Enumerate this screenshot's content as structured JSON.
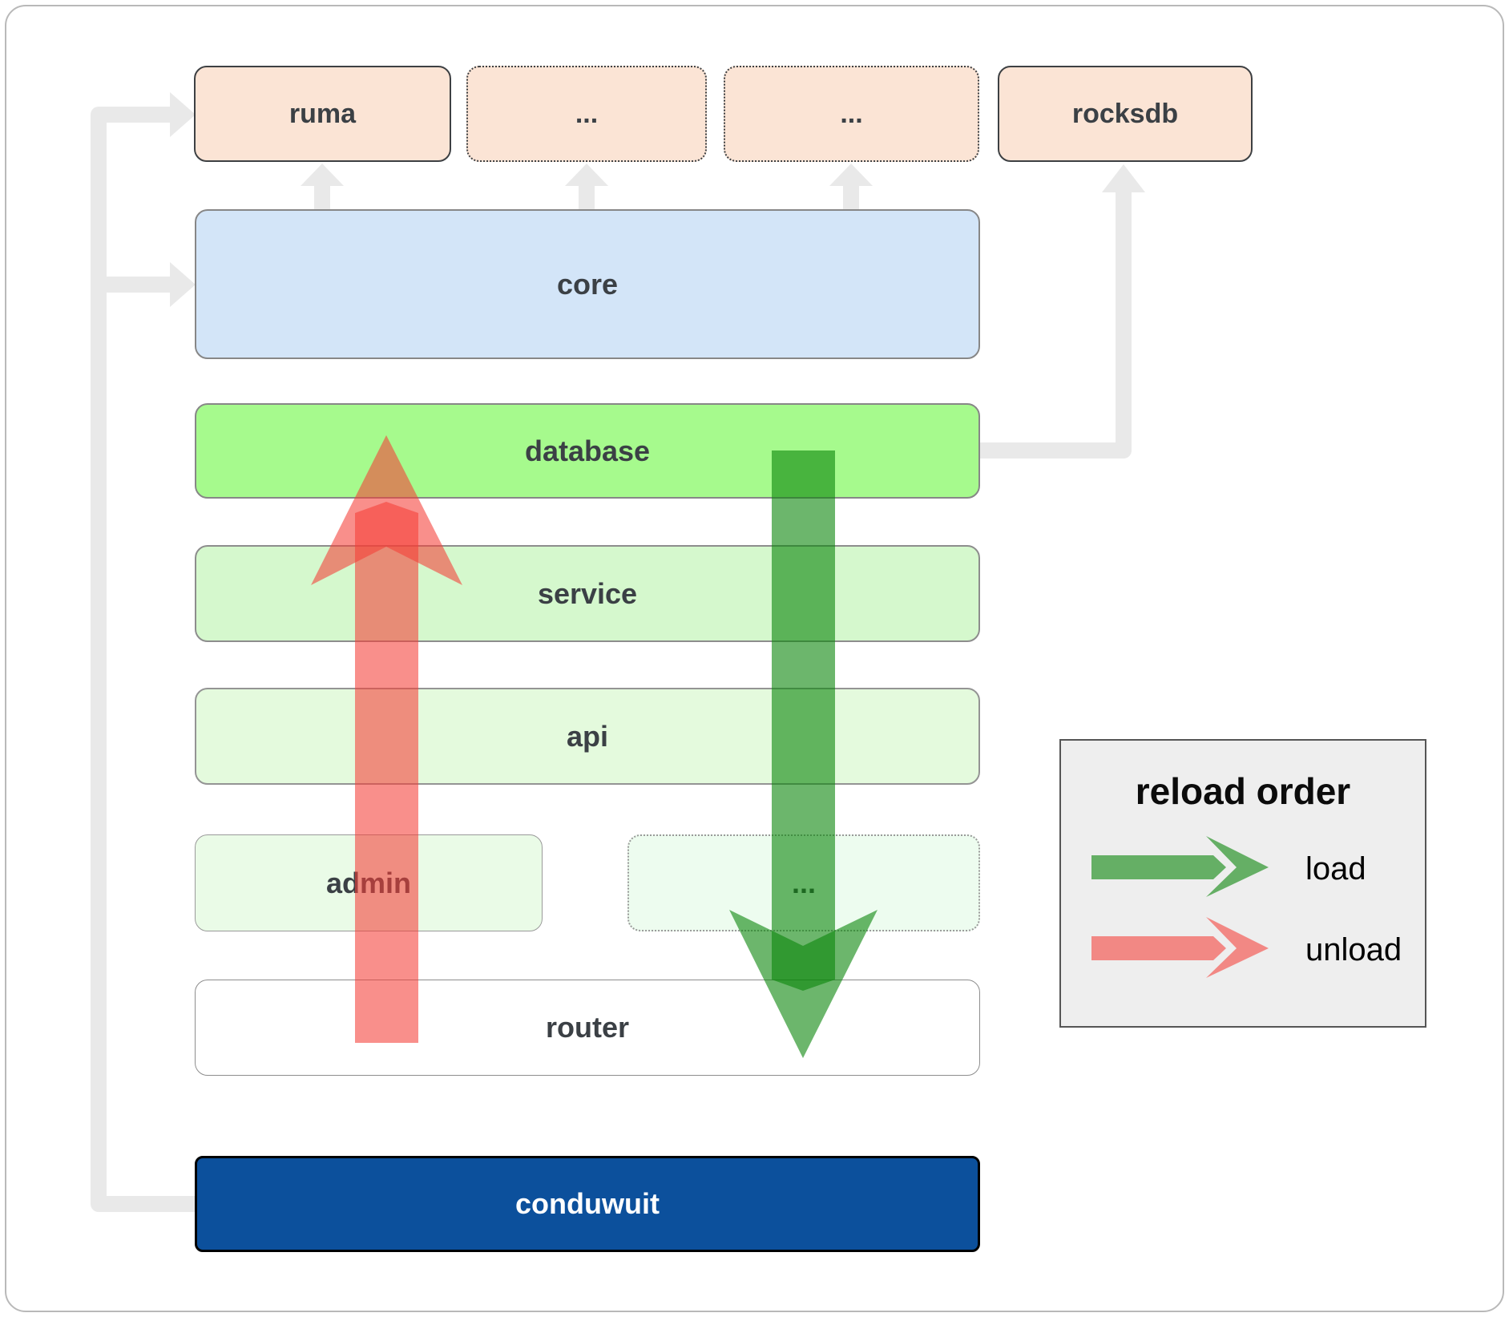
{
  "nodes": {
    "ruma": "ruma",
    "ext1": "...",
    "ext2": "...",
    "rocksdb": "rocksdb",
    "core": "core",
    "database": "database",
    "service": "service",
    "api": "api",
    "admin": "admin",
    "ext3": "...",
    "router": "router",
    "conduwuit": "conduwuit"
  },
  "legend": {
    "title": "reload order",
    "load_label": "load",
    "unload_label": "unload"
  },
  "colors": {
    "dependency_fill": "#fbe4d5",
    "core_fill": "#d3e5f8",
    "database_fill": "#a6fa8d",
    "service_fill": "#d5f8cd",
    "api_fill": "#e4fadd",
    "admin_fill": "#eafbe7",
    "router_fill": "#ffffff",
    "conduwuit_fill": "#0c509c",
    "load_arrow": "#0a860a",
    "unload_arrow": "#f43e37",
    "connector": "#e9e9e9",
    "legend_bg": "#eeeeee"
  }
}
